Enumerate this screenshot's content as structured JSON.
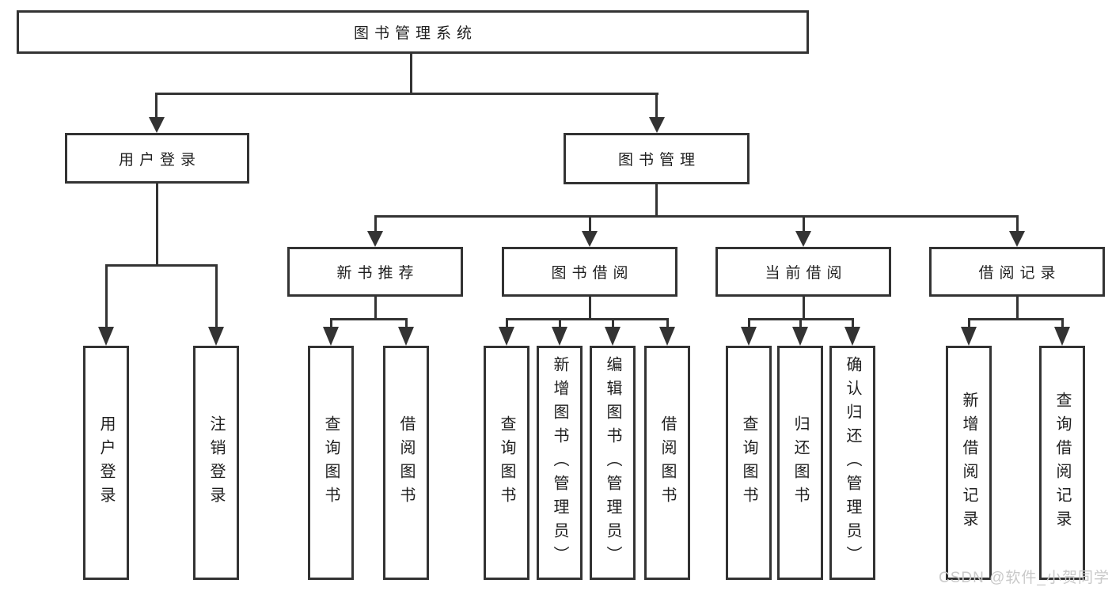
{
  "tree": {
    "label": "图书管理系统",
    "children": [
      {
        "label": "用户登录",
        "children": [
          {
            "label": "用户登录"
          },
          {
            "label": "注销登录"
          }
        ]
      },
      {
        "label": "图书管理",
        "children": [
          {
            "label": "新书推荐",
            "children": [
              {
                "label": "查询图书"
              },
              {
                "label": "借阅图书"
              }
            ]
          },
          {
            "label": "图书借阅",
            "children": [
              {
                "label": "查询图书"
              },
              {
                "label": "新增图书（管理员）"
              },
              {
                "label": "编辑图书（管理员）"
              },
              {
                "label": "借阅图书"
              }
            ]
          },
          {
            "label": "当前借阅",
            "children": [
              {
                "label": "查询图书"
              },
              {
                "label": "归还图书"
              },
              {
                "label": "确认归还（管理员）"
              }
            ]
          },
          {
            "label": "借阅记录",
            "children": [
              {
                "label": "新增借阅记录"
              },
              {
                "label": "查询借阅记录"
              }
            ]
          }
        ]
      }
    ]
  },
  "watermark": {
    "text": "CSDN @软件_小贺同学"
  },
  "colors": {
    "line": "#333333",
    "text": "#1f1f1f",
    "watermark": "#c9c9c9",
    "background": "#ffffff"
  }
}
